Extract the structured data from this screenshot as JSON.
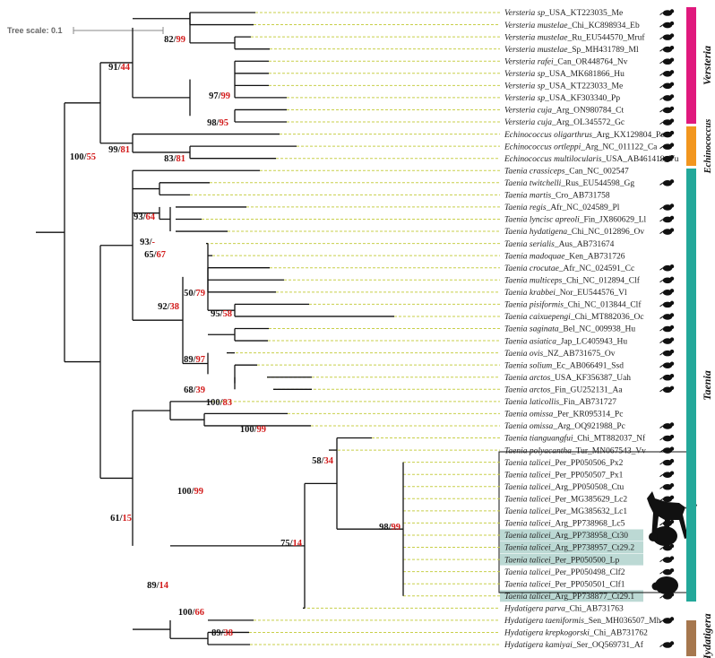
{
  "tree_scale": {
    "label": "Tree scale: 0.1"
  },
  "clades": [
    {
      "name": "Versteria",
      "color": "#e0197d"
    },
    {
      "name": "Echinococcus",
      "color": "#f2961f"
    },
    {
      "name": "Taenia",
      "color": "#23a89a"
    },
    {
      "name": "Hydatigera",
      "color": "#a6774e"
    }
  ],
  "colors": {
    "bootstrap": "#111111",
    "posterior": "#d21a1a",
    "guide_line": "#c8cf4a",
    "highlight": "#bcd9d4",
    "branch": "#111111"
  },
  "tips": [
    {
      "genus": "Versteria",
      "species": "sp",
      "rest": "USA_KT223035_Me",
      "icon": "mink-icon"
    },
    {
      "genus": "Versteria",
      "species": "mustelae",
      "rest": "Chi_KC898934_Eb",
      "icon": "weasel-icon"
    },
    {
      "genus": "Versteria",
      "species": "mustelae",
      "rest": "Ru_EU544570_Mruf",
      "icon": "vole-icon"
    },
    {
      "genus": "Versteria",
      "species": "mustelae",
      "rest": "Sp_MH431789_Ml",
      "icon": "vole-icon"
    },
    {
      "genus": "Versteria",
      "species": "rafei",
      "rest": "Can_OR448764_Nv",
      "icon": "mink-icon"
    },
    {
      "genus": "Versteria",
      "species": "sp",
      "rest": "USA_MK681866_Hu",
      "icon": "human-icon"
    },
    {
      "genus": "Versteria",
      "species": "sp",
      "rest": "USA_KT223033_Me",
      "icon": "mink-icon"
    },
    {
      "genus": "Versteria",
      "species": "sp",
      "rest": "USA_KF303340_Pp",
      "icon": "primate-icon"
    },
    {
      "genus": "Versteria",
      "species": "cuja",
      "rest": "Arg_ON980784_Ct",
      "icon": "rodent-icon"
    },
    {
      "genus": "Versteria",
      "species": "cuja",
      "rest": "Arg_OL345572_Gc",
      "icon": "weasel-icon"
    },
    {
      "genus": "Echinococcus",
      "species": "oligarthrus",
      "rest": "Arg_KX129804_Pc",
      "icon": "cat-icon"
    },
    {
      "genus": "Echinococcus",
      "species": "ortleppi",
      "rest": "Arg_NC_011122_Ca",
      "icon": "cow-icon"
    },
    {
      "genus": "Echinococcus",
      "species": "multilocularis",
      "rest": "USA_AB461419_Vu",
      "icon": "fox-icon"
    },
    {
      "genus": "Taenia",
      "species": "crassiceps",
      "rest": "Can_NC_002547",
      "icon": ""
    },
    {
      "genus": "Taenia",
      "species": "twitchelli",
      "rest": "Rus_EU544598_Gg",
      "icon": "wolverine-icon"
    },
    {
      "genus": "Taenia",
      "species": "martis",
      "rest": "Cro_AB731758",
      "icon": ""
    },
    {
      "genus": "Taenia",
      "species": "regis",
      "rest": "Afr_NC_024589_Pl",
      "icon": "lion-icon"
    },
    {
      "genus": "Taenia",
      "species": "lyncisc apreoli",
      "rest": "Fin_JX860629_Ll",
      "icon": "lynx-icon"
    },
    {
      "genus": "Taenia",
      "species": "hydatigena",
      "rest": "Chi_NC_012896_Ov",
      "icon": "sheep-icon"
    },
    {
      "genus": "Taenia",
      "species": "serialis",
      "rest": "Aus_AB731674",
      "icon": ""
    },
    {
      "genus": "Taenia",
      "species": "madoquae",
      "rest": "Ken_AB731726",
      "icon": ""
    },
    {
      "genus": "Taenia",
      "species": "crocutae",
      "rest": "Afr_NC_024591_Cc",
      "icon": "hyena-icon"
    },
    {
      "genus": "Taenia",
      "species": "multiceps",
      "rest": "Chi_NC_012894_Clf",
      "icon": "dog-icon"
    },
    {
      "genus": "Taenia",
      "species": "krabbei",
      "rest": "Nor_EU544576_Vl",
      "icon": "dog-icon"
    },
    {
      "genus": "Taenia",
      "species": "pisiformis",
      "rest": "Chi_NC_013844_Clf",
      "icon": "dog-icon"
    },
    {
      "genus": "Taenia",
      "species": "caixuepengi",
      "rest": "Chi_MT882036_Oc",
      "icon": "rabbit-icon"
    },
    {
      "genus": "Taenia",
      "species": "saginata",
      "rest": "Bel_NC_009938_Hu",
      "icon": "human-icon"
    },
    {
      "genus": "Taenia",
      "species": "asiatica",
      "rest": "Jap_LC405943_Hu",
      "icon": "human-icon"
    },
    {
      "genus": "Taenia",
      "species": "ovis",
      "rest": "NZ_AB731675_Ov",
      "icon": "sheep-icon"
    },
    {
      "genus": "Taenia",
      "species": "solium",
      "rest": "Ec_AB066491_Ssd",
      "icon": "pig-icon"
    },
    {
      "genus": "Taenia",
      "species": "arctos",
      "rest": "USA_KF356387_Uah",
      "icon": "bear-icon"
    },
    {
      "genus": "Taenia",
      "species": "arctos",
      "rest": "Fin_GU252131_Aa",
      "icon": "moose-icon"
    },
    {
      "genus": "Taenia",
      "species": "laticollis",
      "rest": "Fin_AB731727",
      "icon": ""
    },
    {
      "genus": "Taenia",
      "species": "omissa",
      "rest": "Per_KR095314_Pc",
      "icon": ""
    },
    {
      "genus": "Taenia",
      "species": "omissa",
      "rest": "Arg_OQ921988_Pc",
      "icon": "cat-icon"
    },
    {
      "genus": "Taenia",
      "species": "tianguangfui",
      "rest": "Chi_MT882037_Nf",
      "icon": "rodent-icon"
    },
    {
      "genus": "Taenia",
      "species": "polyacantha",
      "rest": "Tur_MN067543_Vv",
      "icon": "fox-icon"
    },
    {
      "genus": "Taenia",
      "species": "talicei",
      "rest": "Per_PP050506_Px2",
      "icon": "mouse-icon"
    },
    {
      "genus": "Taenia",
      "species": "talicei",
      "rest": "Per_PP050507_Px1",
      "icon": "mouse-icon"
    },
    {
      "genus": "Taenia",
      "species": "talicei",
      "rest": "Arg_PP050508_Ctu",
      "icon": "rodent-icon"
    },
    {
      "genus": "Taenia",
      "species": "talicei",
      "rest": "Per_MG385629_Lc2",
      "icon": "fox-icon"
    },
    {
      "genus": "Taenia",
      "species": "talicei",
      "rest": "Per_MG385632_Lc1",
      "icon": "fox-icon"
    },
    {
      "genus": "Taenia",
      "species": "talicei",
      "rest": "Arg_PP738968_Lc5",
      "icon": "fox-icon"
    },
    {
      "genus": "Taenia",
      "species": "talicei",
      "rest": "Arg_PP738958_Ct30",
      "icon": "tuco-icon"
    },
    {
      "genus": "Taenia",
      "species": "talicei",
      "rest": "Arg_PP738957_Ct29.2",
      "icon": "tuco-icon"
    },
    {
      "genus": "Taenia",
      "species": "talicei",
      "rest": "Per_PP050500_Lp",
      "icon": "cat-icon"
    },
    {
      "genus": "Taenia",
      "species": "talicei",
      "rest": "Per_PP050498_Clf2",
      "icon": "dog-icon"
    },
    {
      "genus": "Taenia",
      "species": "talicei",
      "rest": "Per_PP050501_Clf1",
      "icon": "dog-icon"
    },
    {
      "genus": "Taenia",
      "species": "talicei",
      "rest": "Arg_PP738877_Ct29.1",
      "icon": "tuco-icon"
    },
    {
      "genus": "Hydatigera",
      "species": "parva",
      "rest": "Chi_AB731763",
      "icon": ""
    },
    {
      "genus": "Hydatigera",
      "species": "taeniformis",
      "rest": "Sen_MH036507_Mh",
      "icon": "rodent-icon"
    },
    {
      "genus": "Hydatigera",
      "species": "krepkogorski",
      "rest": "Chi_AB731762",
      "icon": ""
    },
    {
      "genus": "Hydatigera",
      "species": "kamiyai",
      "rest": "Ser_OQ569731_Af",
      "icon": "mouse-icon"
    }
  ],
  "support": [
    {
      "bs": "100",
      "pp": "55"
    },
    {
      "bs": "91",
      "pp": "44"
    },
    {
      "bs": "82",
      "pp": "99"
    },
    {
      "bs": "97",
      "pp": "99"
    },
    {
      "bs": "98",
      "pp": "95"
    },
    {
      "bs": "99",
      "pp": "81"
    },
    {
      "bs": "83",
      "pp": "81"
    },
    {
      "bs": "93",
      "pp": "64"
    },
    {
      "bs": "93",
      "pp": "-"
    },
    {
      "bs": "65",
      "pp": "67"
    },
    {
      "bs": "92",
      "pp": "38"
    },
    {
      "bs": "50",
      "pp": "79"
    },
    {
      "bs": "95",
      "pp": "58"
    },
    {
      "bs": "89",
      "pp": "97"
    },
    {
      "bs": "68",
      "pp": "39"
    },
    {
      "bs": "100",
      "pp": "83"
    },
    {
      "bs": "100",
      "pp": "99"
    },
    {
      "bs": "100",
      "pp": "99"
    },
    {
      "bs": "61",
      "pp": "15"
    },
    {
      "bs": "58",
      "pp": "34"
    },
    {
      "bs": "75",
      "pp": "14"
    },
    {
      "bs": "98",
      "pp": "99"
    },
    {
      "bs": "89",
      "pp": "14"
    },
    {
      "bs": "100",
      "pp": "66"
    },
    {
      "bs": "89",
      "pp": "38"
    }
  ],
  "large_silhouettes": [
    {
      "icon": "fox-icon"
    },
    {
      "icon": "tuco-icon"
    }
  ]
}
